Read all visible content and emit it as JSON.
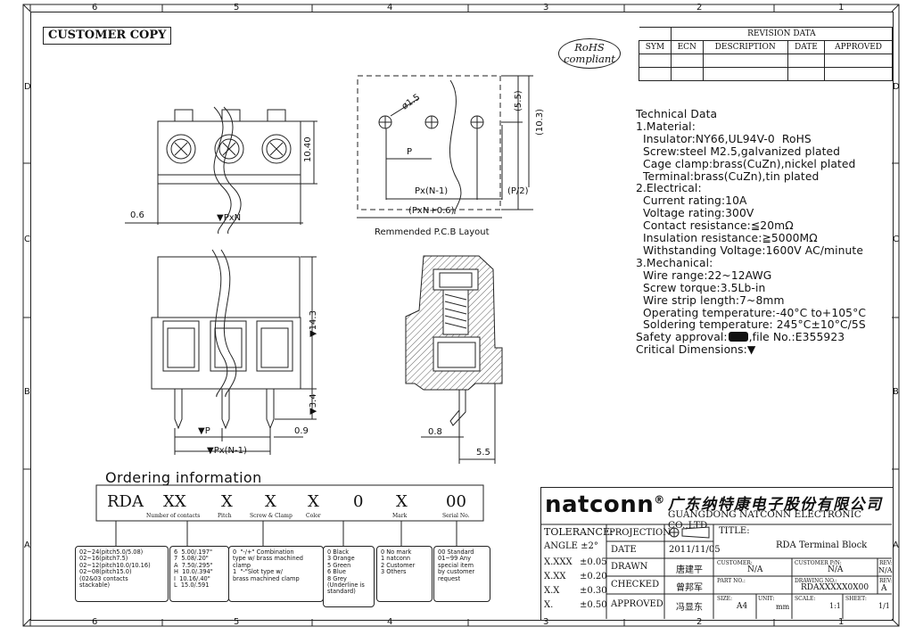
{
  "zones": {
    "top": [
      "6",
      "5",
      "4",
      "3",
      "2",
      "1"
    ],
    "bottom": [
      "6",
      "5",
      "4",
      "3",
      "2",
      "1"
    ],
    "left": [
      "D",
      "C",
      "B",
      "A"
    ],
    "right": [
      "D",
      "C",
      "B",
      "A"
    ]
  },
  "stamp": "CUSTOMER COPY",
  "rohs": {
    "line1": "RoHS",
    "line2": "compliant"
  },
  "revision": {
    "title": "REVISION DATA",
    "headers": [
      "SYM",
      "ECN",
      "DESCRIPTION",
      "DATE",
      "APPROVED"
    ]
  },
  "dims": {
    "d_10_40": "10.40",
    "d_0_6": "0.6",
    "d_pxn": "▼PxN",
    "d_phi15": "ø1.5",
    "d_5_5": "(5.5)",
    "d_10_3": "(10.3)",
    "d_p": "P",
    "d_px_n1": "Px(N-1)",
    "d_p2": "(P/2)",
    "d_pxn06": "(PxN+0.6)",
    "pcb_caption": "Remmended P.C.B Layout",
    "d_14_3": "▼14.3",
    "d_3_4": "▼3.4",
    "d_0_9": "0.9",
    "d_vp": "▼P",
    "d_vpx": "▼Px(N-1)",
    "d_0_8": "0.8",
    "d_5_5b": "5.5"
  },
  "tech": {
    "lines": [
      "Technical Data",
      "1.Material:",
      "  Insulator:NY66,UL94V-0  RoHS",
      "  Screw:steel M2.5,galvanized plated",
      "  Cage clamp:brass(CuZn),nickel plated",
      "  Terminal:brass(CuZn),tin plated",
      "2.Electrical:",
      "  Current rating:10A",
      "  Voltage rating:300V",
      "  Contact resistance:≦20mΩ",
      "  Insulation resistance:≧5000MΩ",
      "  Withstanding Voltage:1600V AC/minute",
      "3.Mechanical:",
      "  Wire range:22~12AWG",
      "  Screw torque:3.5Lb-in",
      "  Wire strip length:7~8mm",
      "  Operating temperature:-40°C to+105°C",
      "  Soldering temperature: 245°C±10°C/5S"
    ],
    "safety_pre": "Safety approval:",
    "safety_post": ",file No.:E355923",
    "critical": "Critical Dimensions:▼"
  },
  "ordering": {
    "title": "Ordering information",
    "codes": [
      "RDA",
      "XX",
      "X",
      "X",
      "X",
      "0",
      "X",
      "00"
    ],
    "captions": [
      "Number of contacts",
      "Pitch",
      "Screw & Clamp",
      "Color",
      "Mark",
      "Serial No."
    ],
    "boxes": [
      "02~24(pitch5.0/5.08)\n02~16(pitch7.5)\n02~12(pitch10.0/10.16)\n02~08(pitch15.0)\n(02&03 contacts\nstackable)",
      "6  5.00/.197\"\n7  5.08/.20\"\nA  7.50/.295\"\nH  10.0/.394\"\nI  10.16/.40\"\nL  15.0/.591",
      "0  \"-/+\" Combination\ntype w/ brass machined\nclamp\n1  \"-\"Slot type w/\nbrass machined clamp",
      "0 Black\n3 Orange\n5 Green\n6 Blue\n8 Grey\n(Underline is\nstandard)",
      "0 No mark\n1 natconn\n2 Customer\n3 Others",
      "00 Standard\n01~99 Any\nspecial item\nby customer\nrequest"
    ]
  },
  "titleblock": {
    "logo": "natconn",
    "reg": "®",
    "chinese": "广东纳特康电子股份有限公司",
    "english": "GUANGDONG NATCONN ELECTRONIC CO.,LTD",
    "tolerance": "TOLERANCE:",
    "angle": "ANGLE ±2°",
    "tol_rows": [
      [
        "X.XXX",
        "±0.05"
      ],
      [
        "X.XX",
        "±0.20"
      ],
      [
        "X.X",
        "±0.30"
      ],
      [
        "X.",
        "±0.50"
      ]
    ],
    "projection": "PROJECTION",
    "date_lbl": "DATE",
    "date_val": "2011/11/05",
    "drawn_lbl": "DRAWN",
    "drawn_val": "唐建平",
    "checked_lbl": "CHECKED",
    "checked_val": "曾邦军",
    "approved_lbl": "APPROVED",
    "approved_val": "冯显东",
    "title_lbl": "TITLE:",
    "title_val": "RDA Terminal Block",
    "customer_lbl": "CUSTOMER:",
    "customer_val": "N/A",
    "cust_pn_lbl": "CUSTOMER P/N:",
    "cust_pn_val": "N/A",
    "rev_lbl": "REV:",
    "rev1": "N/A",
    "partno_lbl": "PART NO.:",
    "drawing_lbl": "DRAWING NO.:",
    "drawing_val": "RDAXXXXX0X00",
    "rev2": "A",
    "size_lbl": "SIZE:",
    "size_val": "A4",
    "unit_lbl": "UNIT:",
    "unit_val": "mm",
    "scale_lbl": "SCALE:",
    "scale_val": "1:1",
    "sheet_lbl": "SHEET:",
    "sheet_val": "1/1"
  }
}
